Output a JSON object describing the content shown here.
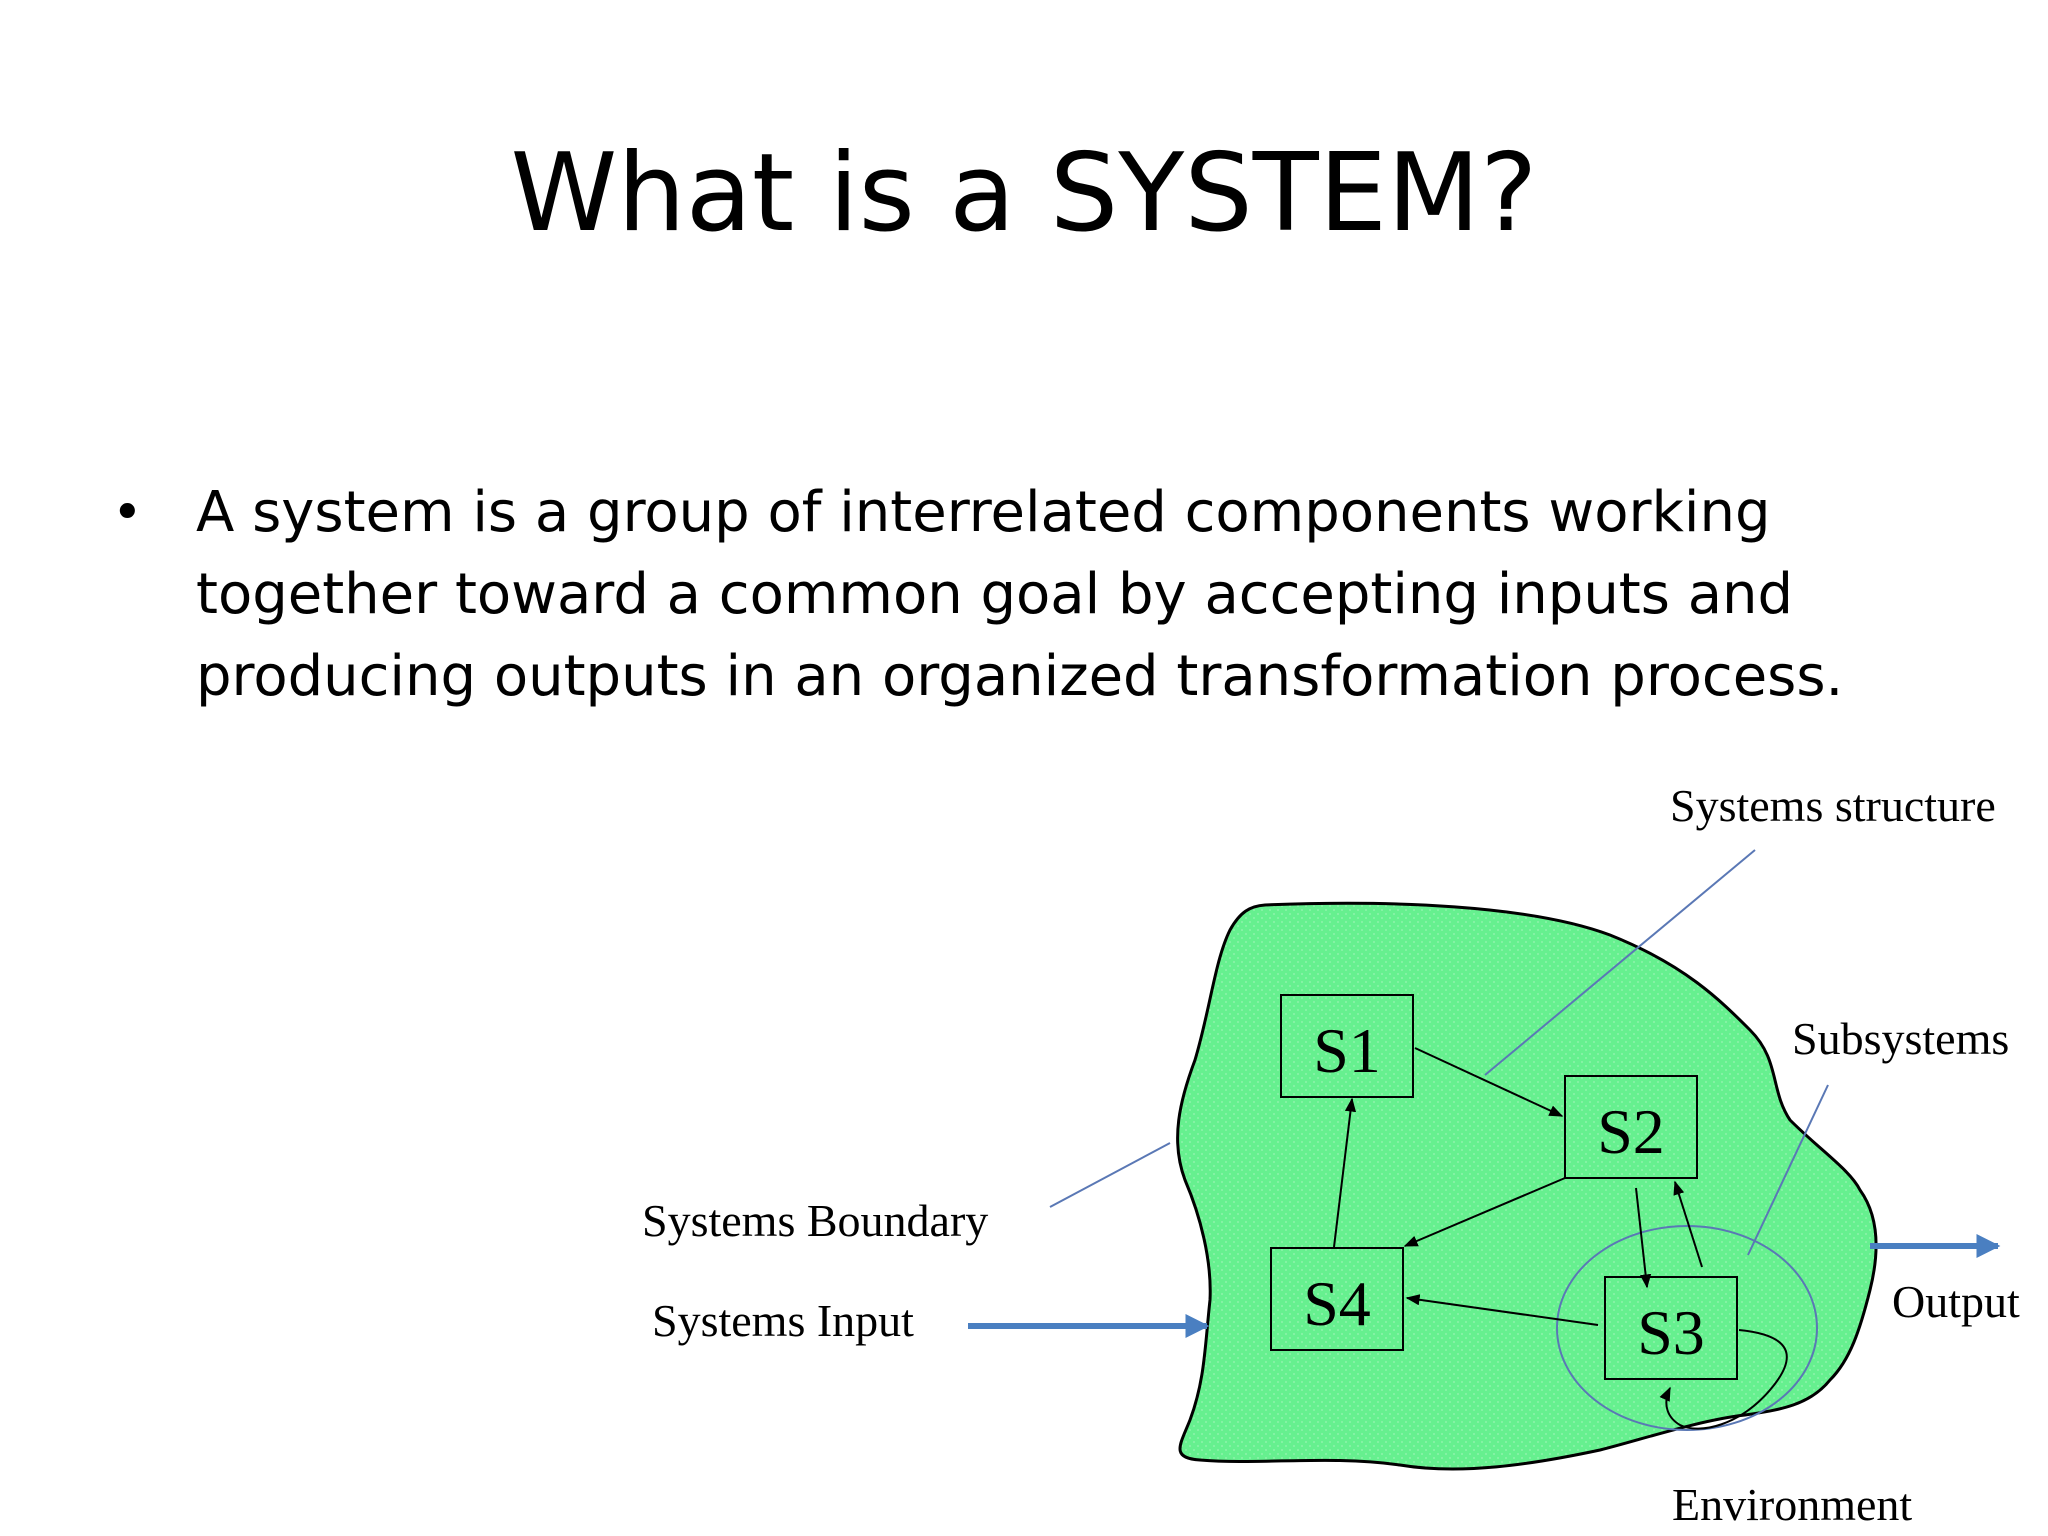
{
  "slide": {
    "title": "What is a SYSTEM?",
    "bullet_symbol": "•",
    "bullet_lines": [
      "A system is a group of interrelated components working",
      "together toward  a common goal by accepting inputs and",
      "producing outputs in an organized transformation process."
    ]
  },
  "diagram": {
    "labels": {
      "systems_structure": "Systems structure",
      "subsystems": "Subsystems",
      "systems_boundary": "Systems Boundary",
      "systems_input": "Systems Input",
      "output": "Output",
      "environment": "Environment"
    },
    "boxes": {
      "s1": "S1",
      "s2": "S2",
      "s3": "S3",
      "s4": "S4"
    },
    "colors": {
      "system_fill": "#66f08f",
      "io_arrow": "#4a7fc1",
      "callout_line": "#5a78b5"
    }
  }
}
